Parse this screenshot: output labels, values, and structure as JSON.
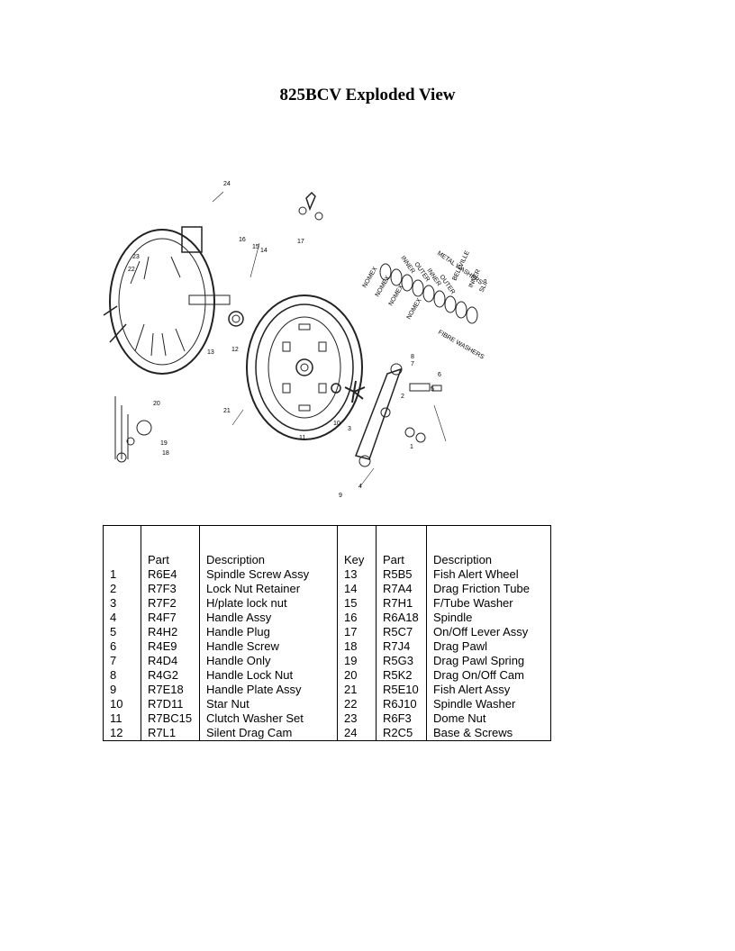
{
  "page": {
    "title": "825BCV Exploded View"
  },
  "diagram": {
    "callouts": [
      "1",
      "2",
      "3",
      "4",
      "5",
      "6",
      "7",
      "8",
      "9",
      "10",
      "11",
      "12",
      "13",
      "14",
      "15",
      "16",
      "17",
      "18",
      "19",
      "20",
      "21",
      "22",
      "23",
      "24"
    ],
    "washer_labels": [
      "METAL WASHERS",
      "INNER",
      "OUTER",
      "INNER",
      "OUTER",
      "BELLVILLE",
      "INNER",
      "SLIP",
      "NOMEX",
      "NOMEX",
      "NOMEX",
      "NOMEX",
      "FIBRE WASHERS"
    ]
  },
  "table": {
    "headers": [
      "",
      "Part",
      "Description",
      "Key",
      "Part",
      "Description"
    ],
    "rows": [
      [
        "1",
        "R6E4",
        "Spindle Screw Assy",
        "13",
        "R5B5",
        "Fish Alert Wheel"
      ],
      [
        "2",
        "R7F3",
        "Lock Nut Retainer",
        "14",
        "R7A4",
        "Drag Friction Tube"
      ],
      [
        "3",
        "R7F2",
        "H/plate lock nut",
        "15",
        "R7H1",
        "F/Tube Washer"
      ],
      [
        "4",
        "R4F7",
        "Handle Assy",
        "16",
        "R6A18",
        "Spindle"
      ],
      [
        "5",
        "R4H2",
        "Handle Plug",
        "17",
        "R5C7",
        "On/Off Lever Assy"
      ],
      [
        "6",
        "R4E9",
        "Handle Screw",
        "18",
        "R7J4",
        "Drag Pawl"
      ],
      [
        "7",
        "R4D4",
        "Handle Only",
        "19",
        "R5G3",
        "Drag Pawl Spring"
      ],
      [
        "8",
        "R4G2",
        "Handle Lock Nut",
        "20",
        "R5K2",
        "Drag On/Off Cam"
      ],
      [
        "9",
        "R7E18",
        "Handle Plate Assy",
        "21",
        "R5E10",
        "Fish Alert Assy"
      ],
      [
        "10",
        "R7D11",
        "Star Nut",
        "22",
        "R6J10",
        "Spindle Washer"
      ],
      [
        "11",
        "R7BC15",
        "Clutch Washer Set",
        "23",
        "R6F3",
        "Dome Nut"
      ],
      [
        "12",
        "R7L1",
        "Silent Drag Cam",
        "24",
        "R2C5",
        "Base & Screws"
      ]
    ]
  }
}
